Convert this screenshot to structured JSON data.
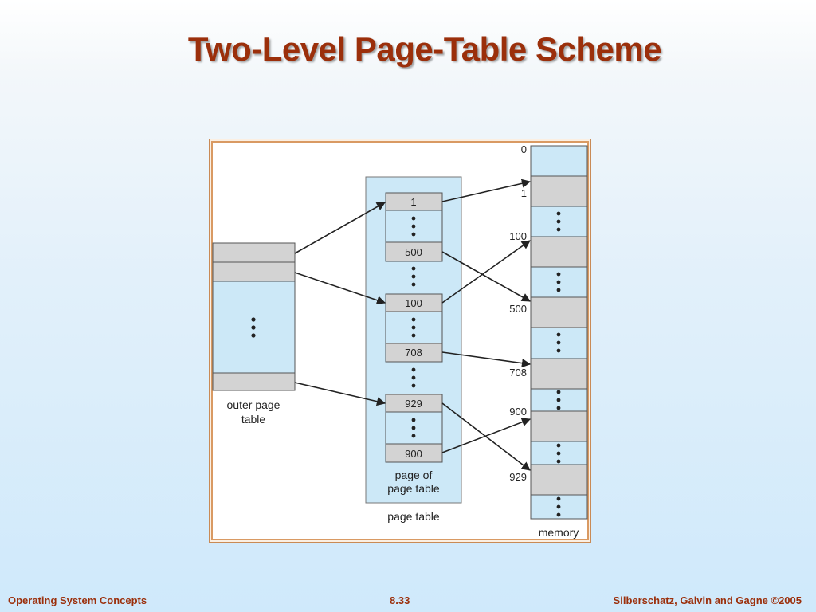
{
  "slide": {
    "title": "Two-Level Page-Table Scheme"
  },
  "diagram": {
    "outer_table_label_line1": "outer page",
    "outer_table_label_line2": "table",
    "page_of_page_table_line1": "page of",
    "page_of_page_table_line2": "page table",
    "page_table_label": "page table",
    "memory_label": "memory",
    "page_table_entries": [
      "1",
      "500",
      "100",
      "708",
      "929",
      "900"
    ],
    "memory_frame_labels": [
      "0",
      "1",
      "100",
      "500",
      "708",
      "900",
      "929"
    ]
  },
  "footer": {
    "left": "Operating System Concepts",
    "center": "8.33",
    "right": "Silberschatz, Galvin and Gagne ©2005"
  },
  "colors": {
    "title": "#9b2f0b",
    "panel_fill": "#cce8f7",
    "entry_fill": "#d3d3d3",
    "frame_border": "#d99a63"
  }
}
